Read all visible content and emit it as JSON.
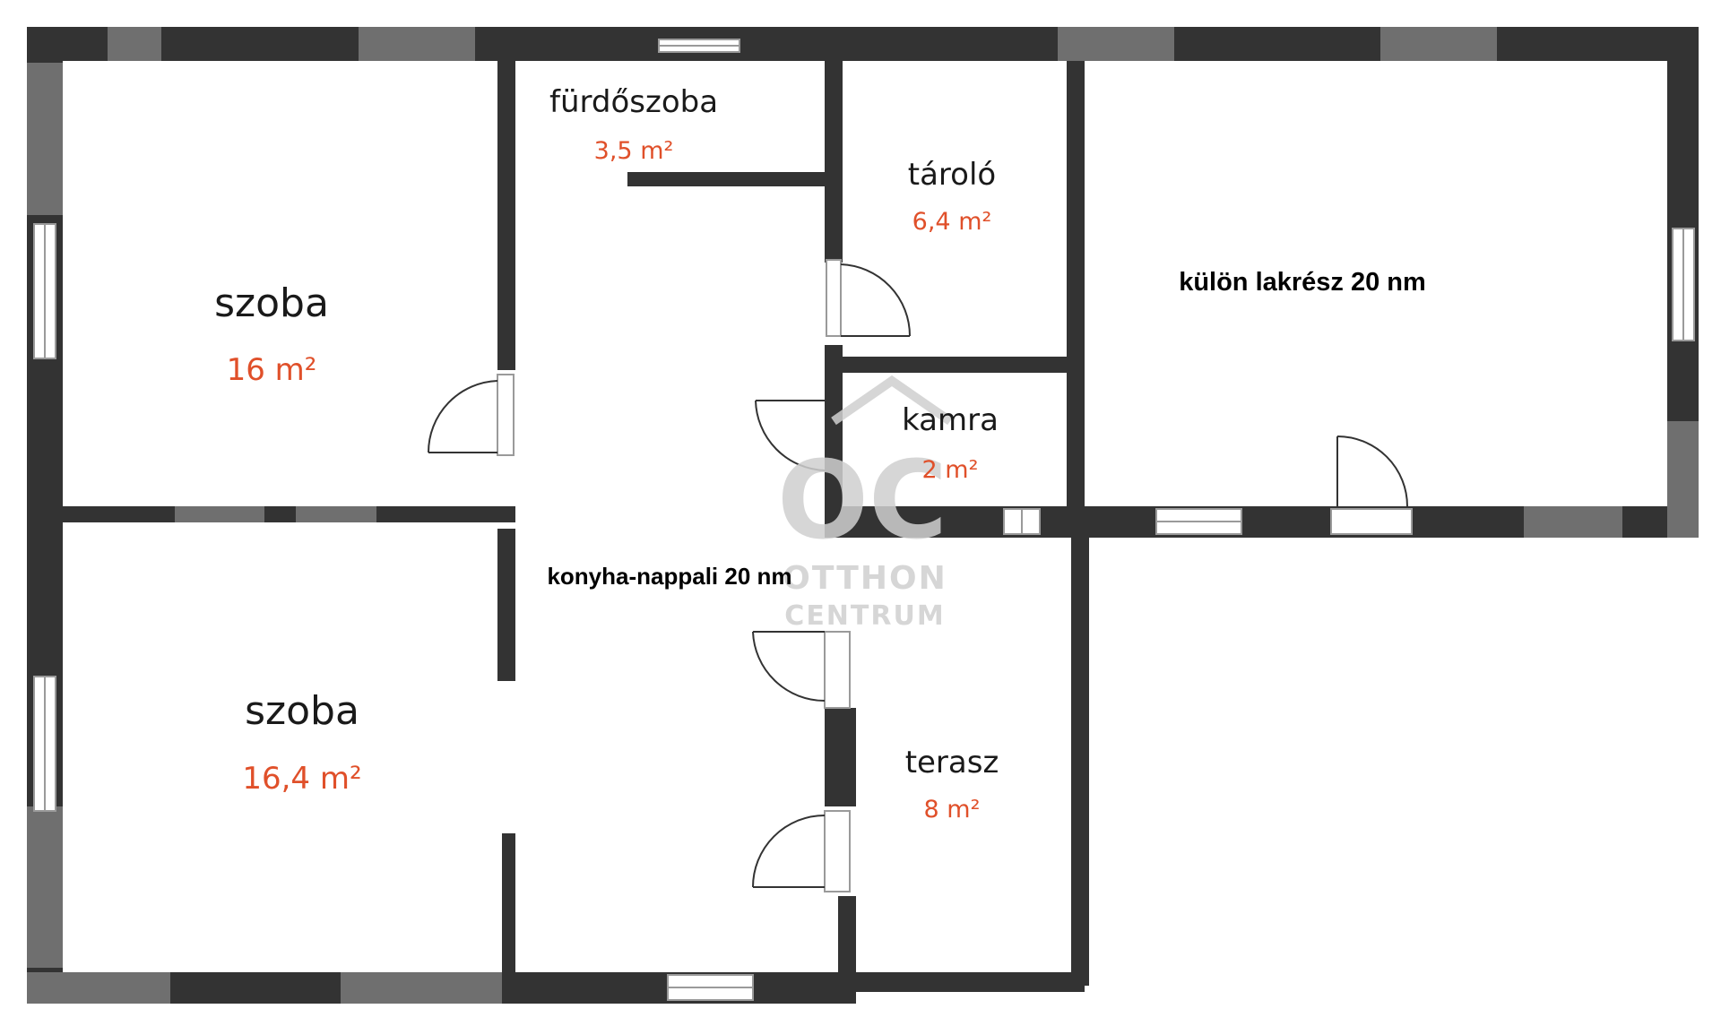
{
  "colors": {
    "wall": "#333333",
    "area_text": "#e0502a",
    "watermark": "#d0d0d0"
  },
  "rooms": {
    "szoba1": {
      "name": "szoba",
      "area": "16 m²"
    },
    "szoba2": {
      "name": "szoba",
      "area": "16,4 m²"
    },
    "furdo": {
      "name": "fürdőszoba",
      "area": "3,5 m²"
    },
    "konyha": {
      "name": "konyha-nappali  20 nm"
    },
    "tarolo": {
      "name": "tároló",
      "area": "6,4 m²"
    },
    "kamra": {
      "name": "kamra",
      "area": "2 m²"
    },
    "terasz": {
      "name": "terasz",
      "area": "8 m²"
    },
    "kulon": {
      "name": "külön lakrész  20 nm"
    }
  },
  "watermark": {
    "mark": "OC",
    "line1": "OTTHON",
    "line2": "CENTRUM"
  }
}
